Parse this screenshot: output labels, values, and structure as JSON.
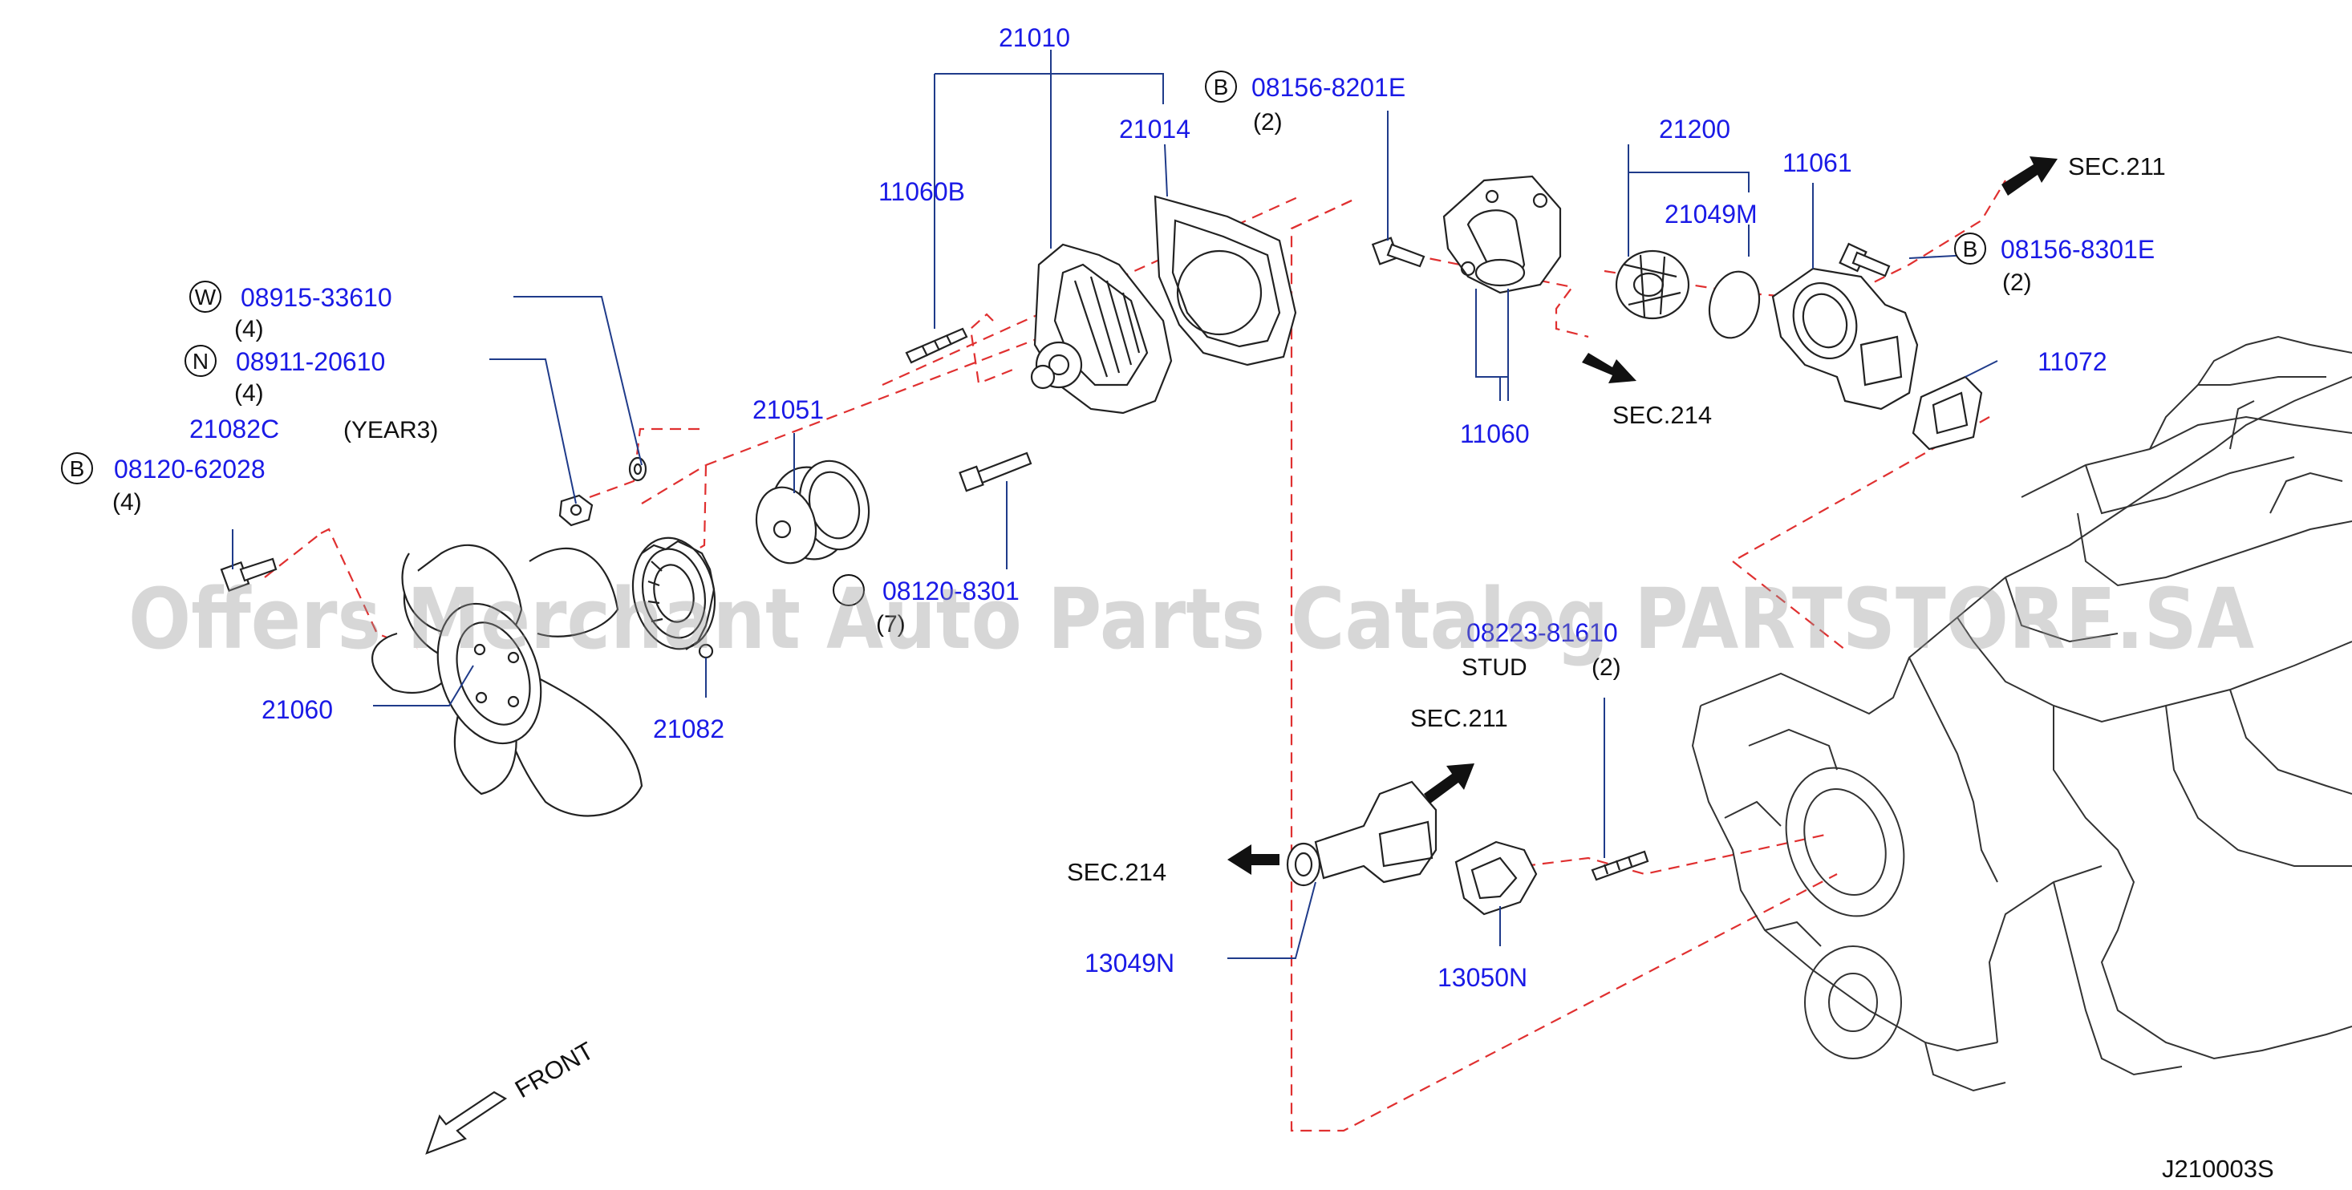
{
  "diagram": {
    "code": "J210003S",
    "watermark": "Offers Merchant Auto Parts Catalog PARTSTORE.SA",
    "front_label": "FRONT",
    "colors": {
      "part_number": "#1a1ae6",
      "dash_line": "#e03030",
      "leader": "#1f3b8a",
      "watermark": "#969696"
    },
    "parts": [
      {
        "id": "21010",
        "label": "21010"
      },
      {
        "id": "21014",
        "label": "21014"
      },
      {
        "id": "11060B",
        "label": "11060B"
      },
      {
        "id": "08156-8201E",
        "label": "08156-8201E",
        "badge": "B",
        "qty": "(2)"
      },
      {
        "id": "21200",
        "label": "21200"
      },
      {
        "id": "11061",
        "label": "11061"
      },
      {
        "id": "21049M",
        "label": "21049M"
      },
      {
        "id": "08156-8301E",
        "label": "08156-8301E",
        "badge": "B",
        "qty": "(2)"
      },
      {
        "id": "11072",
        "label": "11072"
      },
      {
        "id": "11060",
        "label": "11060"
      },
      {
        "id": "08915-33610",
        "label": "08915-33610",
        "badge": "W",
        "qty": "(4)"
      },
      {
        "id": "08911-20610",
        "label": "08911-20610",
        "badge": "N",
        "qty": "(4)"
      },
      {
        "id": "21082C",
        "label": "21082C",
        "note": "(YEAR3)"
      },
      {
        "id": "08120-62028",
        "label": "08120-62028",
        "badge": "B",
        "qty": "(4)"
      },
      {
        "id": "21051",
        "label": "21051"
      },
      {
        "id": "08120-8301",
        "label": "08120-8301",
        "badge": "",
        "qty": "(7)"
      },
      {
        "id": "21060",
        "label": "21060"
      },
      {
        "id": "21082",
        "label": "21082"
      },
      {
        "id": "08223-81610",
        "label": "08223-81610",
        "note": "STUD",
        "qty": "(2)"
      },
      {
        "id": "13049N",
        "label": "13049N"
      },
      {
        "id": "13050N",
        "label": "13050N"
      }
    ],
    "section_refs": [
      {
        "id": "sec211-top",
        "label": "SEC.211"
      },
      {
        "id": "sec214-mid",
        "label": "SEC.214"
      },
      {
        "id": "sec211-low",
        "label": "SEC.211"
      },
      {
        "id": "sec214-low",
        "label": "SEC.214"
      }
    ]
  }
}
